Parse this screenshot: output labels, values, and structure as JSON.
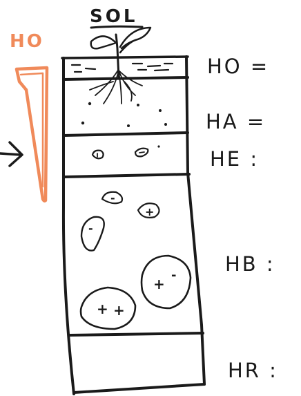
{
  "title": "SOL",
  "gradient_label": "HO",
  "colors": {
    "ink": "#1a1a1a",
    "gradient": "#f08a5a"
  },
  "horizons": [
    {
      "label": "HO ="
    },
    {
      "label": "HA ="
    },
    {
      "label": "HE :"
    },
    {
      "label": "HB :"
    },
    {
      "label": "HR :"
    }
  ],
  "nodule_signs": {
    "plus": "+",
    "minus": "-"
  }
}
